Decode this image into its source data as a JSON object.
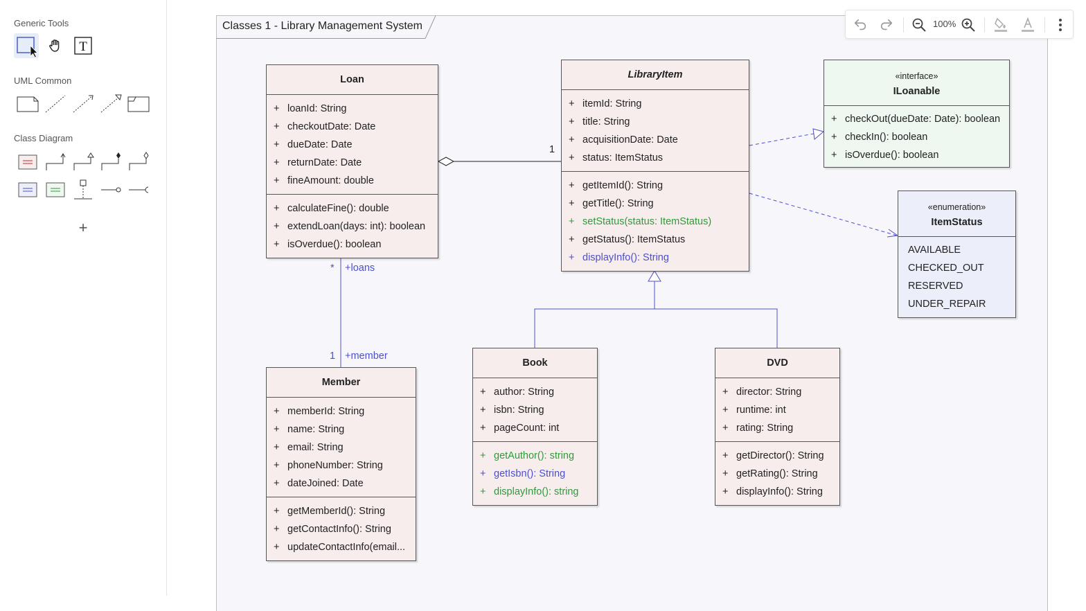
{
  "palette": {
    "sections": [
      {
        "title": "Generic Tools",
        "tools": [
          "select-icon",
          "hand-icon",
          "text-icon"
        ]
      },
      {
        "title": "UML Common",
        "tools": [
          "note-icon",
          "anchor-line-icon",
          "dependency-icon",
          "realization-icon",
          "frame-icon"
        ]
      },
      {
        "title": "Class Diagram",
        "tools": [
          "class-icon",
          "association-icon",
          "generalization-icon",
          "composition-icon",
          "aggregation-icon",
          "interface-icon",
          "enumeration-icon",
          "association-class-icon",
          "provided-interface-icon",
          "required-interface-icon"
        ]
      }
    ],
    "add_symbol": "+"
  },
  "toolbar": {
    "zoom": "100%",
    "icons": [
      "undo-icon",
      "redo-icon",
      "zoom-out-icon",
      "zoom-in-icon",
      "fill-color-icon",
      "font-color-icon",
      "more-icon"
    ]
  },
  "diagram": {
    "title": "Classes 1 - Library Management System",
    "classes": {
      "loan": {
        "name": "Loan",
        "attributes": [
          {
            "vis": "+",
            "text": "loanId: String"
          },
          {
            "vis": "+",
            "text": "checkoutDate: Date"
          },
          {
            "vis": "+",
            "text": "dueDate: Date"
          },
          {
            "vis": "+",
            "text": "returnDate: Date"
          },
          {
            "vis": "+",
            "text": "fineAmount: double"
          }
        ],
        "operations": [
          {
            "vis": "+",
            "text": "calculateFine(): double"
          },
          {
            "vis": "+",
            "text": "extendLoan(days: int): boolean"
          },
          {
            "vis": "+",
            "text": "isOverdue(): boolean"
          }
        ]
      },
      "libraryitem": {
        "name": "LibraryItem",
        "attributes": [
          {
            "vis": "+",
            "text": "itemId: String"
          },
          {
            "vis": "+",
            "text": "title: String"
          },
          {
            "vis": "+",
            "text": "acquisitionDate: Date"
          },
          {
            "vis": "+",
            "text": "status: ItemStatus"
          }
        ],
        "operations": [
          {
            "vis": "+",
            "text": "getItemId(): String"
          },
          {
            "vis": "+",
            "text": "getTitle(): String"
          },
          {
            "vis": "+",
            "text": "setStatus(status: ItemStatus)"
          },
          {
            "vis": "+",
            "text": "getStatus(): ItemStatus"
          },
          {
            "vis": "+",
            "text": "displayInfo(): String"
          }
        ]
      },
      "iloanable": {
        "stereotype": "«interface»",
        "name": "ILoanable",
        "operations": [
          {
            "vis": "+",
            "text": "checkOut(dueDate: Date): boolean"
          },
          {
            "vis": "+",
            "text": "checkIn(): boolean"
          },
          {
            "vis": "+",
            "text": "isOverdue(): boolean"
          }
        ]
      },
      "itemstatus": {
        "stereotype": "«enumeration»",
        "name": "ItemStatus",
        "literals": [
          "AVAILABLE",
          "CHECKED_OUT",
          "RESERVED",
          "UNDER_REPAIR"
        ]
      },
      "member": {
        "name": "Member",
        "attributes": [
          {
            "vis": "+",
            "text": "memberId: String"
          },
          {
            "vis": "+",
            "text": "name: String"
          },
          {
            "vis": "+",
            "text": "email: String"
          },
          {
            "vis": "+",
            "text": "phoneNumber: String"
          },
          {
            "vis": "+",
            "text": "dateJoined: Date"
          }
        ],
        "operations": [
          {
            "vis": "+",
            "text": "getMemberId(): String"
          },
          {
            "vis": "+",
            "text": "getContactInfo(): String"
          },
          {
            "vis": "+",
            "text": "updateContactInfo(email..."
          }
        ]
      },
      "book": {
        "name": "Book",
        "attributes": [
          {
            "vis": "+",
            "text": "author: String"
          },
          {
            "vis": "+",
            "text": "isbn: String"
          },
          {
            "vis": "+",
            "text": "pageCount: int"
          }
        ],
        "operations": [
          {
            "vis": "+",
            "text": "getAuthor(): string"
          },
          {
            "vis": "+",
            "text": "getIsbn(): String"
          },
          {
            "vis": "+",
            "text": "displayInfo(): string"
          }
        ]
      },
      "dvd": {
        "name": "DVD",
        "attributes": [
          {
            "vis": "+",
            "text": "director: String"
          },
          {
            "vis": "+",
            "text": "runtime: int"
          },
          {
            "vis": "+",
            "text": "rating: String"
          }
        ],
        "operations": [
          {
            "vis": "+",
            "text": "getDirector(): String"
          },
          {
            "vis": "+",
            "text": "getRating(): String"
          },
          {
            "vis": "+",
            "text": "displayInfo(): String"
          }
        ]
      }
    },
    "edge_labels": {
      "loan_item_mult": "1",
      "loans_mult": "*",
      "loans_role": "+loans",
      "member_mult": "1",
      "member_role": "+member"
    },
    "colors": {
      "class_fill": "#f8eded",
      "interface_fill": "#eef8f0",
      "enum_fill": "#eceef9",
      "edge_blue": "#4b4fcf",
      "edge_green": "#2e9a3a"
    }
  }
}
